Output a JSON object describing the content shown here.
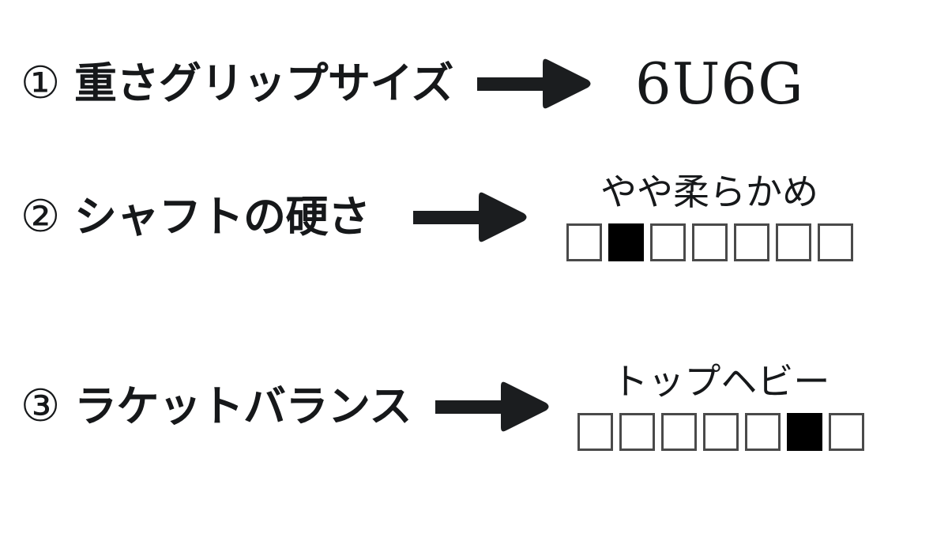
{
  "page": {
    "background_color": "#ffffff",
    "text_color": "#16181a",
    "accent_fill_color": "#000000",
    "box_border_color": "#4a4a4a"
  },
  "rows": [
    {
      "marker": "①",
      "label": "重さグリップサイズ",
      "arrow": "right-arrow",
      "value_type": "text",
      "value": "6U6G"
    },
    {
      "marker": "②",
      "label": "シャフトの硬さ",
      "arrow": "right-arrow",
      "value_type": "scale",
      "value": "やや柔らかめ",
      "scale": {
        "total": 7,
        "selected_index": 1,
        "states": [
          "empty",
          "filled",
          "empty",
          "empty",
          "empty",
          "empty",
          "empty"
        ]
      }
    },
    {
      "marker": "③",
      "label": "ラケットバランス",
      "arrow": "right-arrow",
      "value_type": "scale",
      "value": "トップヘビー",
      "scale": {
        "total": 7,
        "selected_index": 5,
        "states": [
          "empty",
          "empty",
          "empty",
          "empty",
          "empty",
          "filled",
          "empty"
        ]
      }
    }
  ]
}
